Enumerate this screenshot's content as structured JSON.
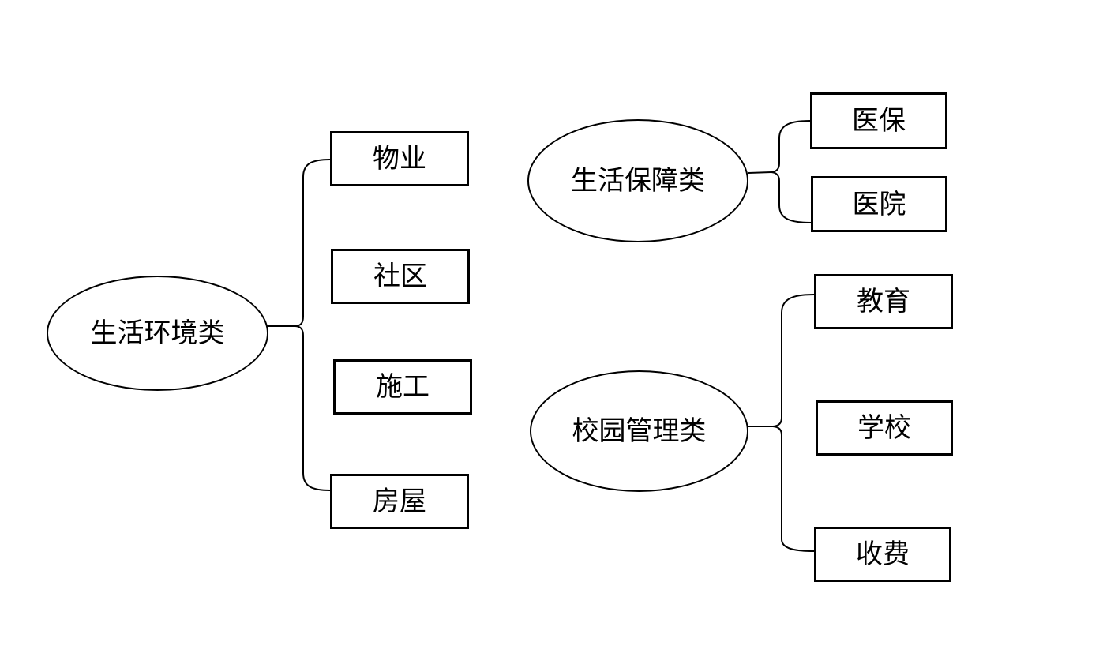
{
  "diagram": {
    "background": "#ffffff",
    "stroke_color": "#000000",
    "text_color": "#000000",
    "clusters": [
      {
        "category": "生活环境类",
        "children": [
          "物业",
          "社区",
          "施工",
          "房屋"
        ]
      },
      {
        "category": "生活保障类",
        "children": [
          "医保",
          "医院"
        ]
      },
      {
        "category": "校园管理类",
        "children": [
          "教育",
          "学校",
          "收费"
        ]
      }
    ]
  }
}
